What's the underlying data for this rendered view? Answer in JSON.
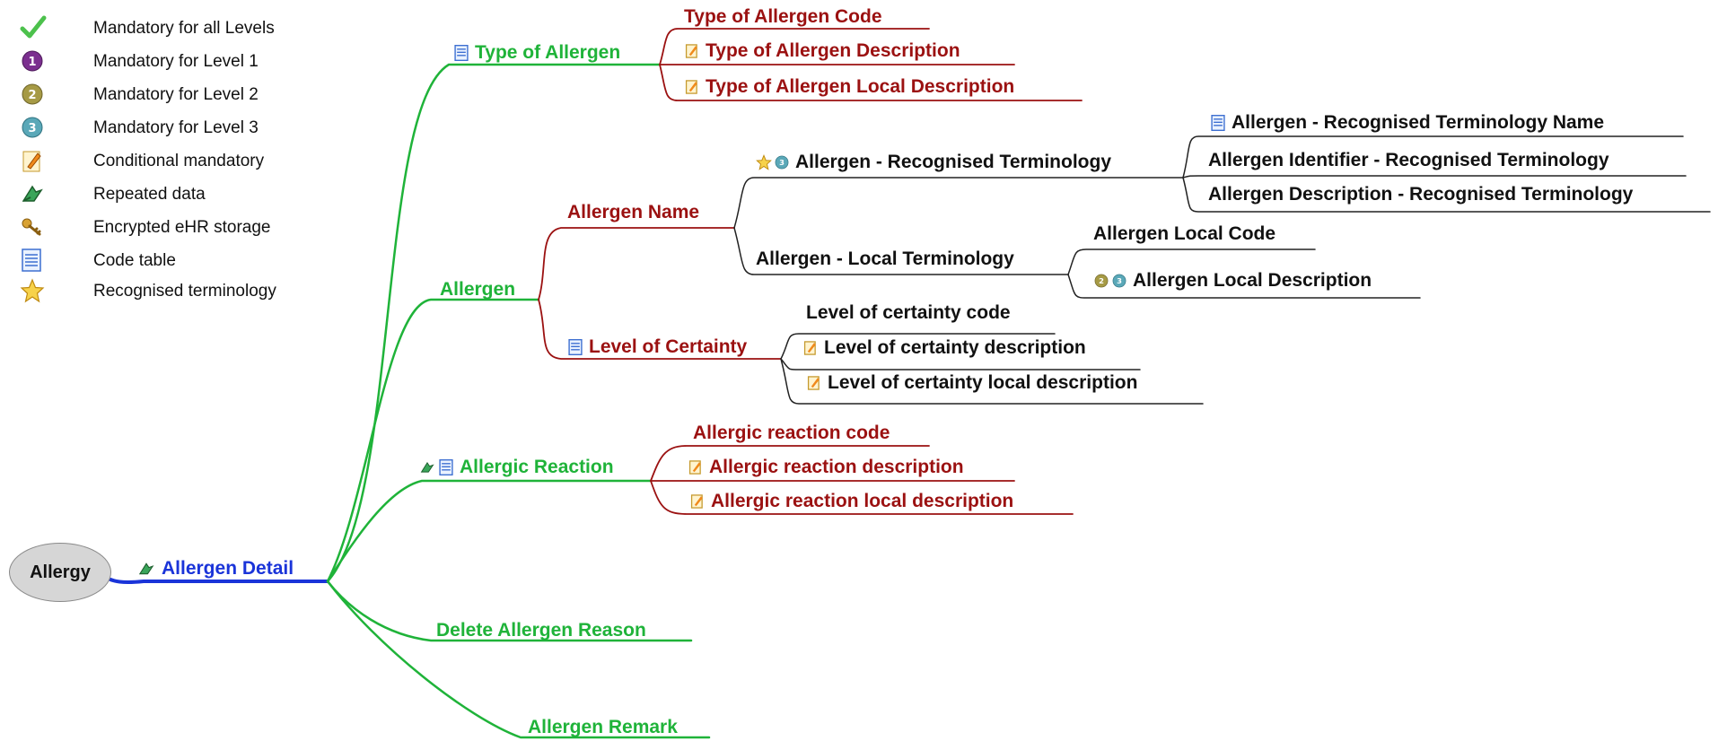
{
  "legend": {
    "items": [
      {
        "icon": "check-icon",
        "label": "Mandatory for all Levels"
      },
      {
        "icon": "level-1-icon",
        "label": "Mandatory for Level 1"
      },
      {
        "icon": "level-2-icon",
        "label": "Mandatory for Level 2"
      },
      {
        "icon": "level-3-icon",
        "label": "Mandatory for Level 3"
      },
      {
        "icon": "pencil-note-icon",
        "label": "Conditional mandatory"
      },
      {
        "icon": "repeat-icon",
        "label": "Repeated data"
      },
      {
        "icon": "key-icon",
        "label": "Encrypted eHR storage"
      },
      {
        "icon": "code-table-icon",
        "label": "Code table"
      },
      {
        "icon": "star-icon",
        "label": "Recognised terminology"
      }
    ]
  },
  "colors": {
    "green": "#1fb339",
    "red": "#9b1111",
    "black": "#111111",
    "blue": "#1a34d9",
    "root_fill": "#d6d6d6"
  },
  "map": {
    "root": "Allergy",
    "allergen_detail": "Allergen Detail",
    "type_of_allergen": "Type of Allergen",
    "type_of_allergen_code": "Type of Allergen Code",
    "type_of_allergen_description": "Type of Allergen Description",
    "type_of_allergen_local_description": "Type of Allergen Local Description",
    "allergen": "Allergen",
    "allergen_name": "Allergen Name",
    "recognised_terminology": "Allergen - Recognised Terminology",
    "recognised_terminology_name": "Allergen - Recognised Terminology Name",
    "recognised_identifier": "Allergen Identifier - Recognised Terminology",
    "recognised_description": "Allergen Description - Recognised Terminology",
    "local_terminology": "Allergen - Local Terminology",
    "local_code": "Allergen Local Code",
    "local_description": "Allergen Local Description",
    "level_of_certainty": "Level of Certainty",
    "certainty_code": "Level of certainty code",
    "certainty_description": "Level of certainty description",
    "certainty_local_description": "Level of certainty local description",
    "allergic_reaction": "Allergic Reaction",
    "reaction_code": "Allergic reaction code",
    "reaction_description": "Allergic reaction description",
    "reaction_local_description": "Allergic reaction local description",
    "delete_reason": "Delete Allergen Reason",
    "remark": "Allergen Remark"
  }
}
